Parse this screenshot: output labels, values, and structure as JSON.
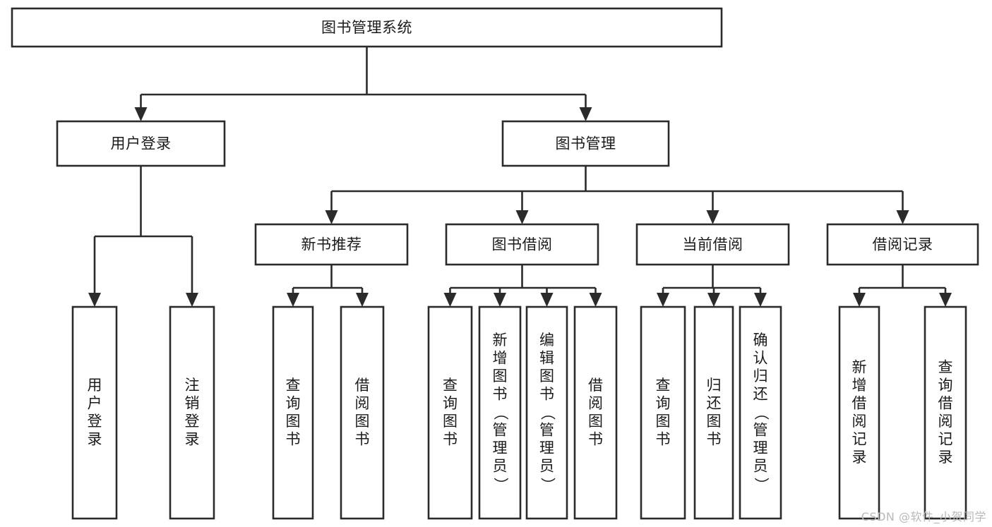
{
  "diagram": {
    "title": "图书管理系统",
    "type": "tree-hierarchy-chart",
    "background_color": "#ffffff",
    "line_color": "#2b2b2b",
    "text_color": "#1b1b1b",
    "box_fill": "#ffffff",
    "nodes": {
      "root": {
        "label": "图书管理系统"
      },
      "level1": [
        {
          "id": "user-login",
          "label": "用户登录"
        },
        {
          "id": "book-management",
          "label": "图书管理"
        }
      ],
      "level2": [
        {
          "id": "new-book-recommend",
          "label": "新书推荐",
          "parent": "book-management"
        },
        {
          "id": "book-borrow",
          "label": "图书借阅",
          "parent": "book-management"
        },
        {
          "id": "current-borrow",
          "label": "当前借阅",
          "parent": "book-management"
        },
        {
          "id": "borrow-record",
          "label": "借阅记录",
          "parent": "book-management"
        }
      ],
      "leaves": {
        "user-login": [
          {
            "id": "leaf-user-login",
            "label": "用户登录"
          },
          {
            "id": "leaf-user-logout",
            "label": "注销登录"
          }
        ],
        "new-book-recommend": [
          {
            "id": "leaf-query-book-1",
            "label": "查询图书"
          },
          {
            "id": "leaf-borrow-book-1",
            "label": "借阅图书"
          }
        ],
        "book-borrow": [
          {
            "id": "leaf-query-book-2",
            "label": "查询图书"
          },
          {
            "id": "leaf-add-book",
            "label": "新增图书（管理员）"
          },
          {
            "id": "leaf-edit-book",
            "label": "编辑图书（管理员）"
          },
          {
            "id": "leaf-borrow-book-2",
            "label": "借阅图书"
          }
        ],
        "current-borrow": [
          {
            "id": "leaf-query-book-3",
            "label": "查询图书"
          },
          {
            "id": "leaf-return-book",
            "label": "归还图书"
          },
          {
            "id": "leaf-confirm-return",
            "label": "确认归还（管理员）"
          }
        ],
        "borrow-record": [
          {
            "id": "leaf-add-record",
            "label": "新增借阅记录"
          },
          {
            "id": "leaf-query-record",
            "label": "查询借阅记录"
          }
        ]
      }
    }
  },
  "watermark": {
    "text": "CSDN @软件_小贺同学",
    "color": "#b9b9b9"
  }
}
